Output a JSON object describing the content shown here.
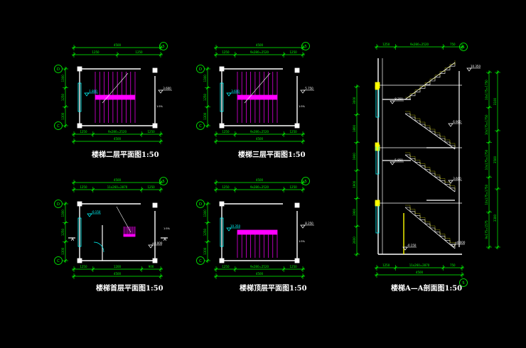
{
  "drawing": {
    "background": "#000000",
    "colors": {
      "outline": "#ffffff",
      "dimension": "#00ff00",
      "stair": "#ff00ff",
      "axis": "#ffff00",
      "level": "#00ffff",
      "wall_core": "#ffff00"
    }
  },
  "plans": [
    {
      "id": "second-floor",
      "title": "楼梯二层平面图1:50",
      "top_dims": [
        "1250",
        "1250"
      ],
      "total": "4500",
      "bottom_dims": [
        "1250",
        "9x280=2520",
        "1250"
      ],
      "axis_top": "5",
      "axis_left": [
        "D",
        "C"
      ],
      "side_dims": [
        "1300",
        "1250",
        "1300"
      ],
      "levels": [
        "3.600",
        "1.800"
      ],
      "note": "1:5%",
      "flight": "upper"
    },
    {
      "id": "third-floor",
      "title": "楼梯三层平面图1:50",
      "top_dims": [
        "1250",
        "9x280=2520",
        "1250"
      ],
      "total": "4500",
      "bottom_dims": [
        "1250",
        "9x280=2520",
        "1250"
      ],
      "axis_top": "5",
      "axis_left": [
        "D",
        "C"
      ],
      "side_dims": [
        "1300",
        "1250",
        "1300"
      ],
      "levels": [
        "5.750",
        "3.600"
      ],
      "note": "1:5%",
      "flight": "upper"
    },
    {
      "id": "ground-floor",
      "title": "楼梯首层平面图1:50",
      "top_dims": [
        "1250",
        "11x260=2870",
        "1250"
      ],
      "total": "4500",
      "bottom_dims": [
        "1250",
        "1200",
        "900"
      ],
      "axis_top": "5",
      "axis_left": [
        "D",
        "C"
      ],
      "side_dims": [
        "1300",
        "1250",
        "1300"
      ],
      "levels": [
        "-0.150",
        "±0.000"
      ],
      "note": "1:5%",
      "section_mark": "A",
      "flight": "ground"
    },
    {
      "id": "top-floor",
      "title": "楼梯顶层平面图1:50",
      "top_dims": [
        "1250",
        "9x280=2520",
        "1250"
      ],
      "total": "4500",
      "bottom_dims": [
        "1250",
        "9x280=2520",
        "1250"
      ],
      "axis_top": "5",
      "axis_left": [
        "D",
        "C"
      ],
      "side_dims": [
        "1300",
        "1250",
        "1300"
      ],
      "levels": [
        "8.250",
        "10.350"
      ],
      "note": "1:5%",
      "flight": "lower"
    }
  ],
  "section": {
    "title": "楼梯A—A剖面图1:50",
    "top_dims": [
      "1250",
      "9x280=2520",
      "750"
    ],
    "bottom_dims": [
      "1250",
      "11x260=2870",
      "750"
    ],
    "bottom_total": "4500",
    "axis_label": "5",
    "top_level": "10.350",
    "levels": [
      "8.250",
      "6.900",
      "5.850",
      "3.600",
      "-0.150",
      "±0.000"
    ],
    "left_dims": [
      "3000",
      "1800",
      "1900",
      "1900",
      "1900",
      "2600"
    ],
    "right_dims": [
      "10x175=1750",
      "10x175=1750",
      "10x175=1750",
      "10x175=1750",
      "9x175=1575"
    ],
    "outer_dims": [
      "3100",
      "3500",
      "3300"
    ]
  }
}
